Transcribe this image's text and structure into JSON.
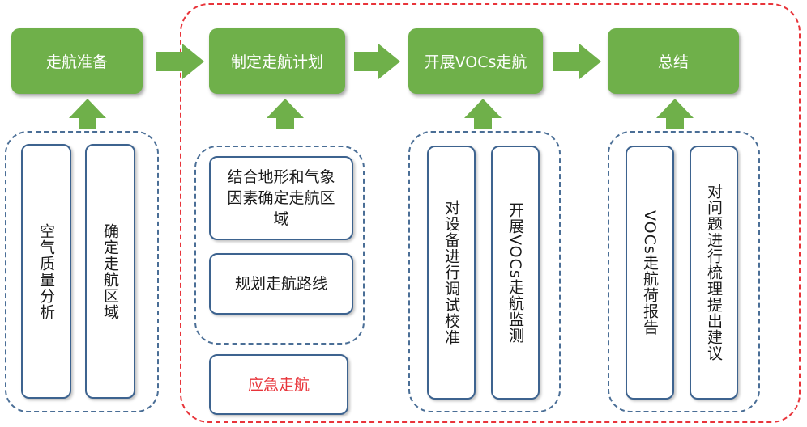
{
  "colors": {
    "step_fill": "#6fb04a",
    "arrow": "#6fb04a",
    "card_border": "#3d638f",
    "group_border": "#4a6e96",
    "scope_border": "#e8343a",
    "emergency_text": "#e8343a"
  },
  "steps": {
    "prepare": "走航准备",
    "plan": "制定走航计划",
    "conduct": "开展VOCs走航",
    "summary": "总结"
  },
  "cards": {
    "air_quality": "空气质量分析",
    "area": "确定走航区域",
    "terrain": "结合地形和气象因素确定走航区域",
    "route": "规划走航路线",
    "emergency": "应急走航",
    "calibrate": "对设备进行调试校准",
    "monitor": "开展VOCs走航监测",
    "report": "VOCs走航荷报告",
    "suggest": "对问题进行梳理提出建议"
  }
}
